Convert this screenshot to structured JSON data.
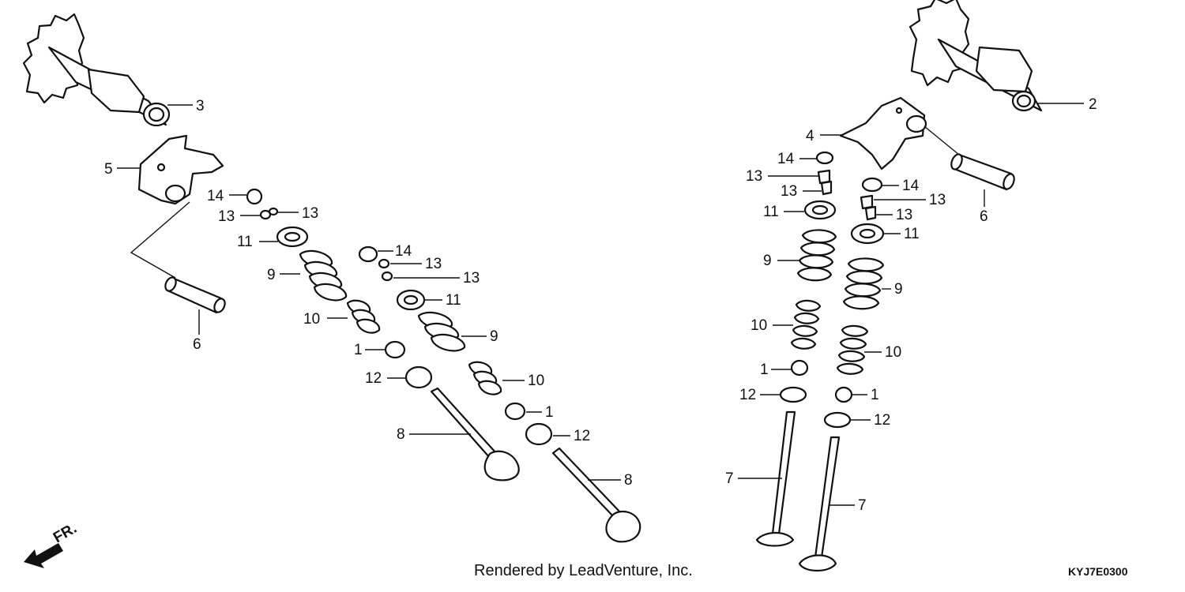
{
  "footer": {
    "credit": "Rendered by LeadVenture, Inc.",
    "diagram_code": "KYJ7E0300"
  },
  "direction": {
    "label": "FR."
  },
  "callouts": [
    {
      "id": "c3",
      "label": "3"
    },
    {
      "id": "c5",
      "label": "5"
    },
    {
      "id": "c6a",
      "label": "6"
    },
    {
      "id": "c14a",
      "label": "14"
    },
    {
      "id": "c13a",
      "label": "13"
    },
    {
      "id": "c13b",
      "label": "13"
    },
    {
      "id": "c11a",
      "label": "11"
    },
    {
      "id": "c9a",
      "label": "9"
    },
    {
      "id": "c10a",
      "label": "10"
    },
    {
      "id": "c1a",
      "label": "1"
    },
    {
      "id": "c12a",
      "label": "12"
    },
    {
      "id": "c8a",
      "label": "8"
    },
    {
      "id": "c14b",
      "label": "14"
    },
    {
      "id": "c13c",
      "label": "13"
    },
    {
      "id": "c13d",
      "label": "13"
    },
    {
      "id": "c11b",
      "label": "11"
    },
    {
      "id": "c9b",
      "label": "9"
    },
    {
      "id": "c10b",
      "label": "10"
    },
    {
      "id": "c1b",
      "label": "1"
    },
    {
      "id": "c12b",
      "label": "12"
    },
    {
      "id": "c8b",
      "label": "8"
    },
    {
      "id": "c2",
      "label": "2"
    },
    {
      "id": "c4",
      "label": "4"
    },
    {
      "id": "c14c",
      "label": "14"
    },
    {
      "id": "c13e",
      "label": "13"
    },
    {
      "id": "c13f",
      "label": "13"
    },
    {
      "id": "c11c",
      "label": "11"
    },
    {
      "id": "c9c",
      "label": "9"
    },
    {
      "id": "c10c",
      "label": "10"
    },
    {
      "id": "c1c",
      "label": "1"
    },
    {
      "id": "c12c",
      "label": "12"
    },
    {
      "id": "c7a",
      "label": "7"
    },
    {
      "id": "c14d",
      "label": "14"
    },
    {
      "id": "c13g",
      "label": "13"
    },
    {
      "id": "c13h",
      "label": "13"
    },
    {
      "id": "c6b",
      "label": "6"
    },
    {
      "id": "c11d",
      "label": "11"
    },
    {
      "id": "c9d",
      "label": "9"
    },
    {
      "id": "c10d",
      "label": "10"
    },
    {
      "id": "c1d",
      "label": "1"
    },
    {
      "id": "c12d",
      "label": "12"
    },
    {
      "id": "c7b",
      "label": "7"
    }
  ]
}
